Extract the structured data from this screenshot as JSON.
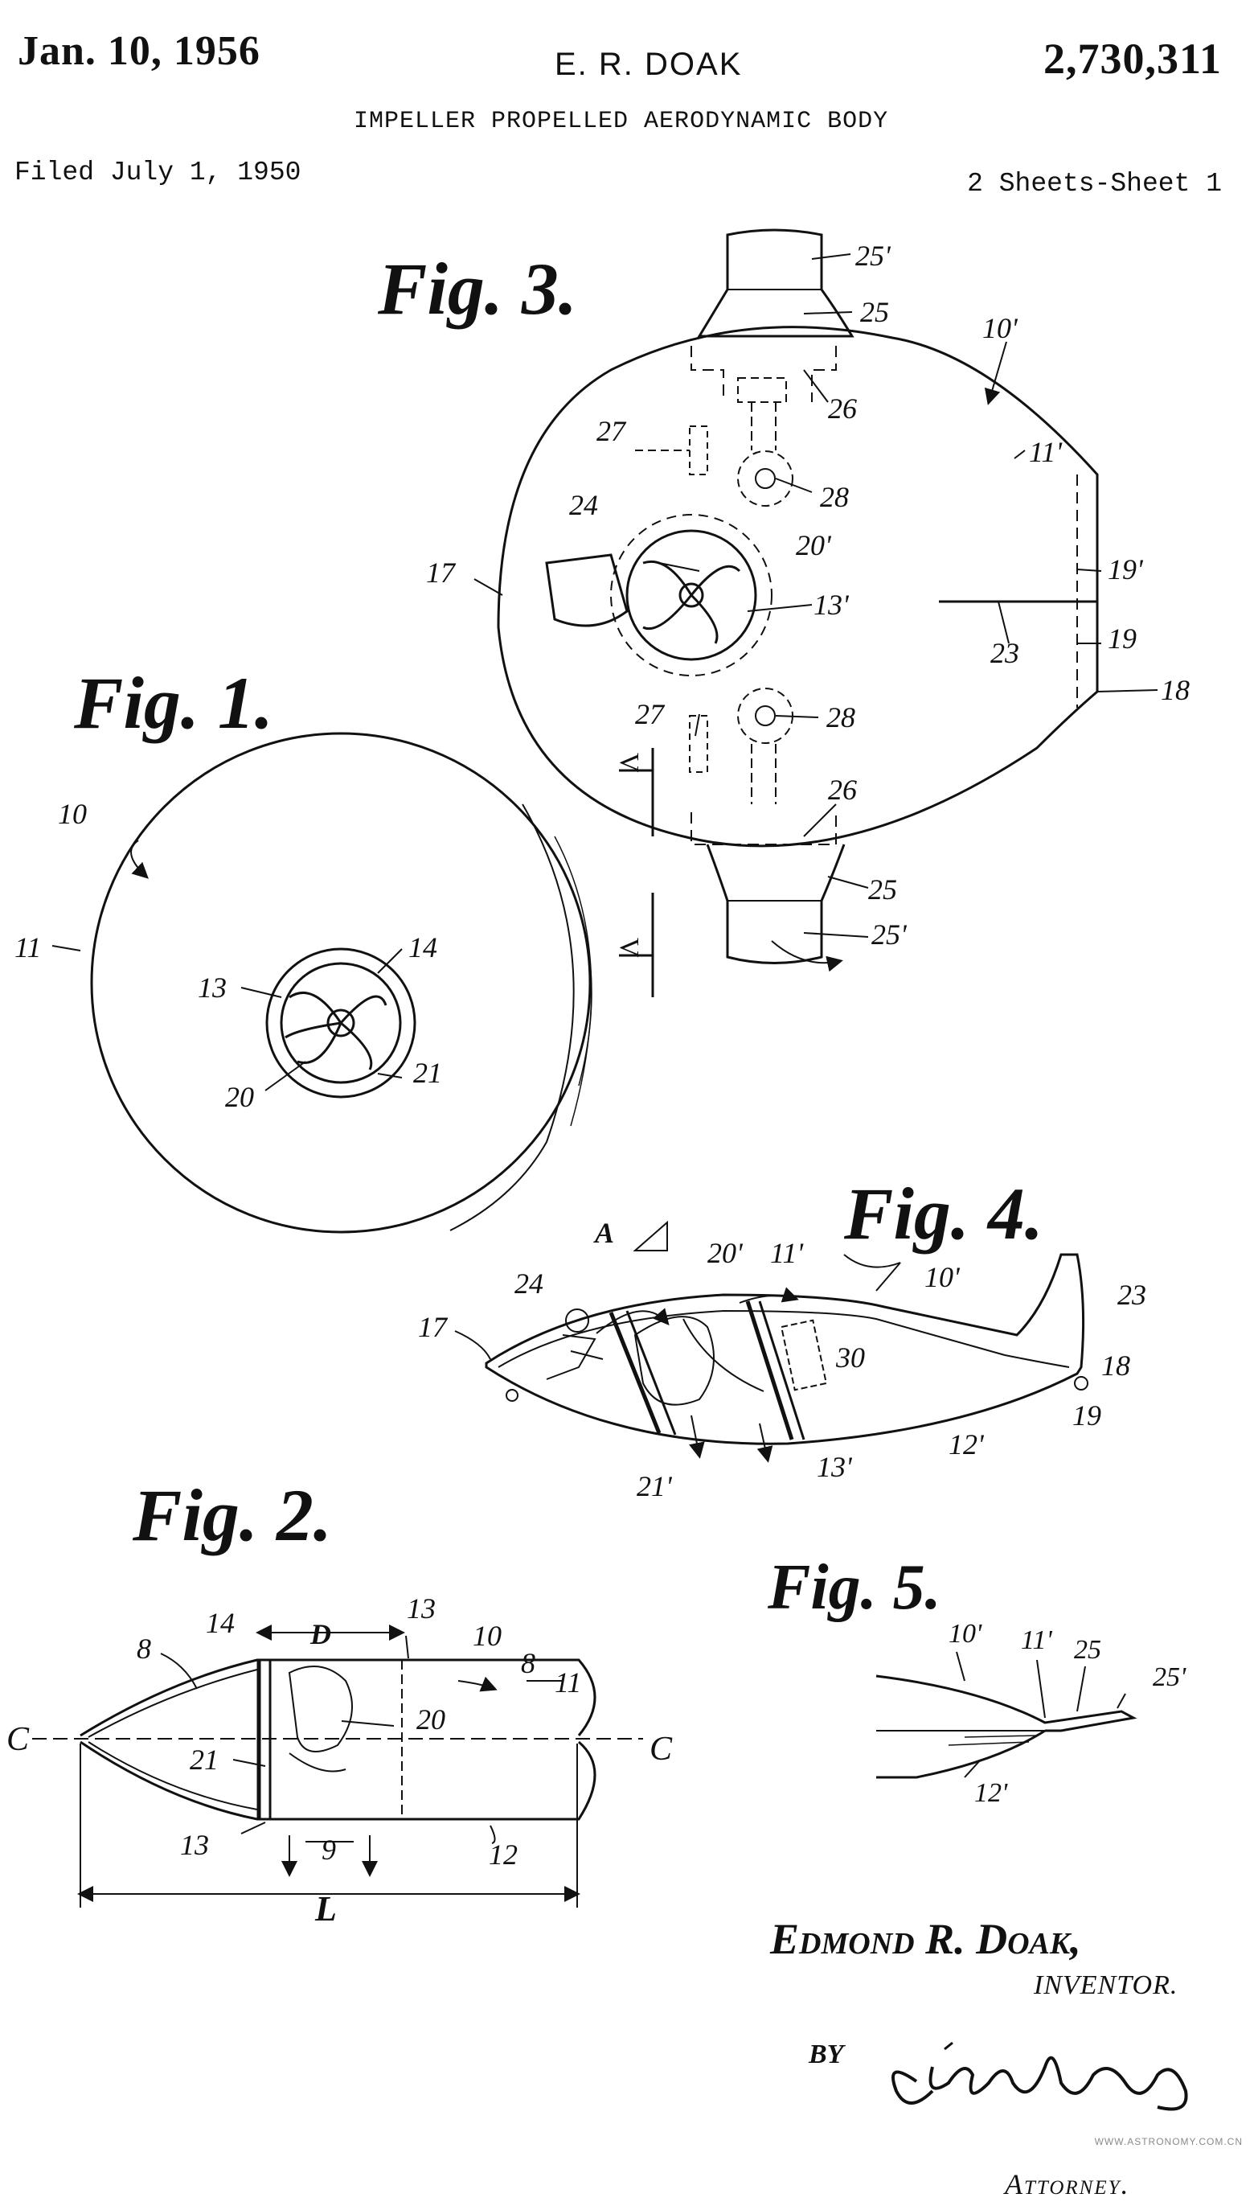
{
  "header": {
    "date": "Jan. 10, 1956",
    "inventor": "E. R. DOAK",
    "patent_number": "2,730,311",
    "title": "IMPELLER PROPELLED AERODYNAMIC BODY",
    "filed": "Filed July 1, 1950",
    "sheets": "2 Sheets-Sheet 1"
  },
  "figures": {
    "fig1": {
      "caption": "Fig. 1.",
      "refs": {
        "r10": "10",
        "r11": "11",
        "r13": "13",
        "r14": "14",
        "r20": "20",
        "r21": "21"
      }
    },
    "fig2": {
      "caption": "Fig. 2.",
      "refs": {
        "r8a": "8",
        "r8b": "8",
        "r14": "14",
        "rD": "D",
        "r13a": "13",
        "r10": "10",
        "r11": "11",
        "rCl": "C",
        "rCr": "C",
        "r20": "20",
        "r21": "21",
        "r13b": "13",
        "r9": "9",
        "r12": "12",
        "rL": "L"
      }
    },
    "fig3": {
      "caption": "Fig. 3.",
      "refs": {
        "r25pt": "25'",
        "r25t": "25",
        "r10p": "10'",
        "r26t": "26",
        "r27t": "27",
        "r11p": "11'",
        "r28t": "28",
        "r24": "24",
        "r20p": "20'",
        "r17": "17",
        "r13p": "13'",
        "r19p": "19'",
        "r23": "23",
        "r19": "19",
        "r18": "18",
        "r27b": "27",
        "r28b": "28",
        "r26b": "26",
        "r25b": "25",
        "r25pb": "25'",
        "rVt": "V",
        "rVb": "V"
      }
    },
    "fig4": {
      "caption": "Fig. 4.",
      "refs": {
        "rA": "A",
        "r20p": "20'",
        "r11p": "11'",
        "r24": "24",
        "r10p": "10'",
        "r23": "23",
        "r17": "17",
        "r30": "30",
        "r18": "18",
        "r19": "19",
        "r21p": "21'",
        "r13p": "13'",
        "r12p": "12'"
      }
    },
    "fig5": {
      "caption": "Fig. 5.",
      "refs": {
        "r10p": "10'",
        "r11p": "11'",
        "r25": "25",
        "r25p": "25'",
        "r12p": "12'"
      }
    }
  },
  "signature": {
    "inventor_name": "Edmond R. Doak,",
    "inventor_role": "INVENTOR.",
    "by": "BY",
    "attorney_label": "Attorney.",
    "watermark": "WWW.ASTRONOMY.COM.CN"
  }
}
